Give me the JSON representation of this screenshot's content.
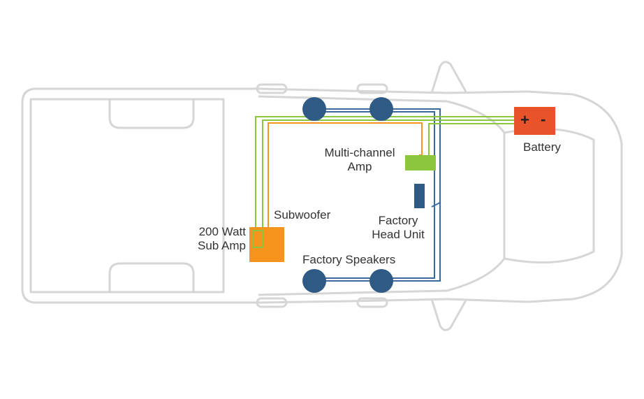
{
  "colors": {
    "outline": "#d6d6d6",
    "speaker": "#2e5a85",
    "battery": "#e8532b",
    "amp": "#8cc63f",
    "subwoofer": "#f7941d",
    "wire_blue": "#3a6a9c",
    "wire_green": "#8cc63f",
    "wire_orange": "#f7941d"
  },
  "labels": {
    "battery": "Battery",
    "battery_plus": "+",
    "battery_minus": "-",
    "multi_amp_line1": "Multi-channel",
    "multi_amp_line2": "Amp",
    "subwoofer": "Subwoofer",
    "sub_amp_line1": "200 Watt",
    "sub_amp_line2": "Sub Amp",
    "head_unit_line1": "Factory",
    "head_unit_line2": "Head Unit",
    "factory_speakers": "Factory Speakers"
  }
}
